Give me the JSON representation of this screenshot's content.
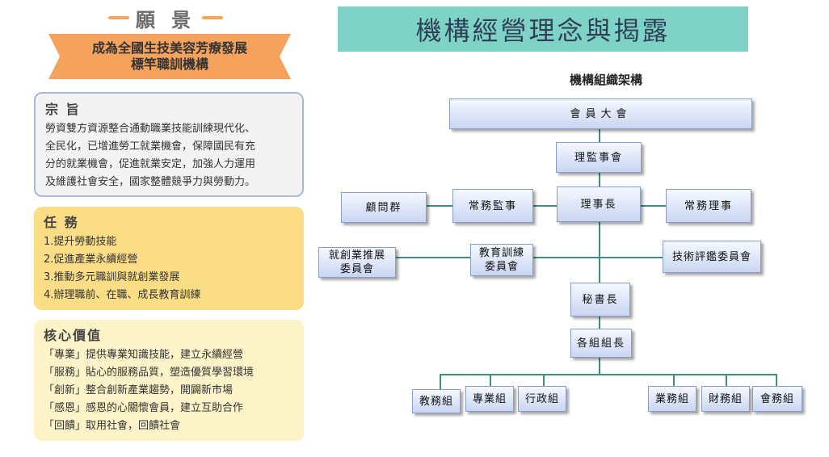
{
  "left": {
    "vision_title": "願 景",
    "vision_banner": [
      "成為全國生技美容芳療發展",
      "標竿職訓機構"
    ],
    "purpose": {
      "title": "宗 旨",
      "lines": [
        "勞資雙方資源整合通動職業技能訓練現代化、",
        "全民化，已增進勞工就業機會，保障國民有充",
        "分的就業機會，促進就業安定，加強人力運用",
        "及維護社會安全，國家整體競爭力與勞動力。"
      ]
    },
    "tasks": {
      "title": "任 務",
      "lines": [
        "1.提升勞動技能",
        "2.促進產業永續經營",
        "3.推動多元職訓與就創業發展",
        "4.辦理職前、在職、成長教育訓練"
      ]
    },
    "values": {
      "title": "核心價值",
      "lines": [
        "「專業」提供專業知識技能，建立永續經營",
        "「服務」貼心的服務品質，塑造優質學習環境",
        "「創新」整合創新產業趨勢，開闢新市場",
        "「感恩」感恩的心關懷會員，建立互助合作",
        "「回饋」取用社會，回饋社會"
      ]
    }
  },
  "header": {
    "title": "機構經營理念與揭露"
  },
  "org": {
    "caption": "機構組織架構",
    "general_assembly": "會員大會",
    "board": "理監事會",
    "consultants": "顧問群",
    "standing_supervisor": "常務監事",
    "chairman": "理事長",
    "standing_director": "常務理事",
    "employment_committee": [
      "就創業推展",
      "委員會"
    ],
    "training_committee": [
      "教育訓練",
      "委員會"
    ],
    "skill_committee": "技術評鑑委員會",
    "secretary_general": "秘書長",
    "group_leaders": "各組組長",
    "groups": [
      "教務組",
      "專業組",
      "行政組",
      "業務組",
      "財務組",
      "會務組"
    ]
  },
  "colors": {
    "header_bg": "#7fd3c6",
    "banner_orange": "#f5a25d",
    "tasks_bg": "#fbdd86",
    "values_bg": "#fdf3c8",
    "connector": "#3f8f7f",
    "node_fill": "#c9d6f2"
  }
}
